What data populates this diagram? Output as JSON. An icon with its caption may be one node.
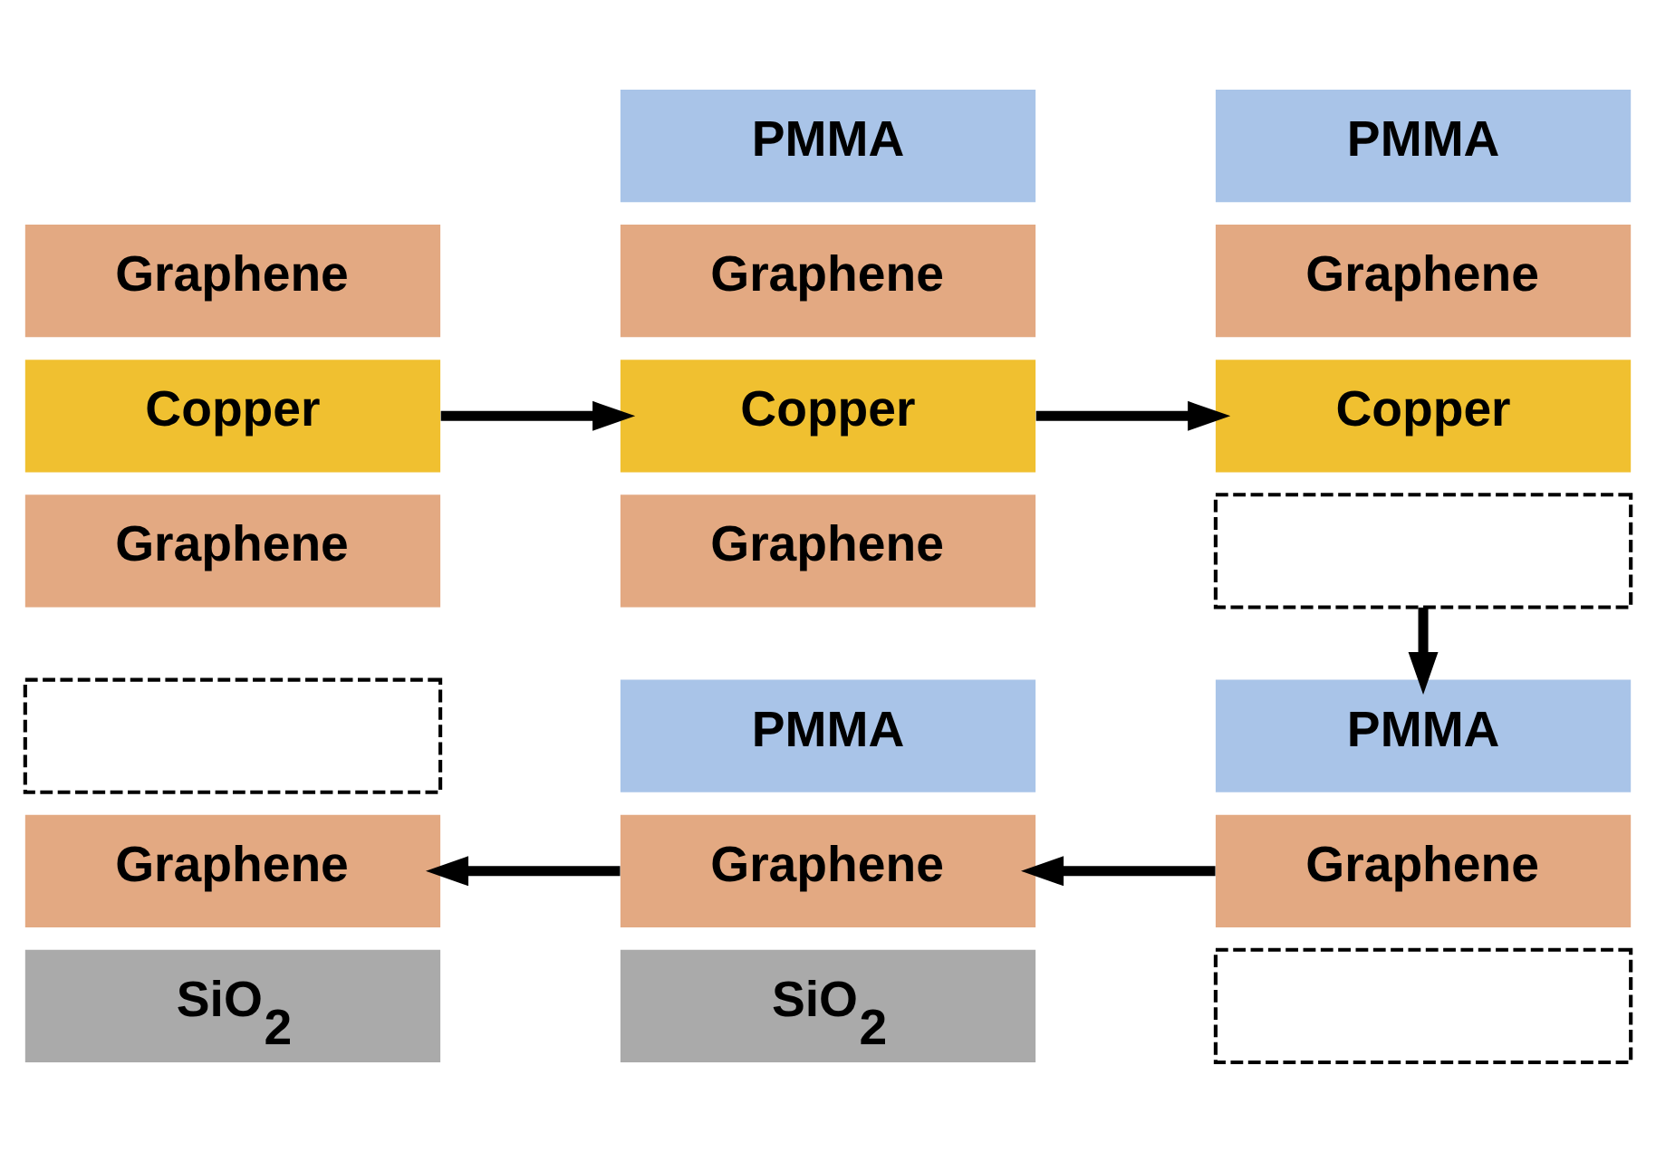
{
  "diagram": {
    "nodes": [
      {
        "text": [
          "Graphene"
        ]
      },
      {
        "text": [
          "Copper"
        ]
      },
      {
        "text": [
          "Graphene"
        ]
      },
      {
        "text": [
          "PMMA"
        ]
      },
      {
        "text": [
          "Graphene"
        ]
      },
      {
        "text": [
          "Copper"
        ]
      },
      {
        "text": [
          "Graphene"
        ]
      },
      {
        "text": [
          "PMMA"
        ]
      },
      {
        "text": [
          "Graphene"
        ]
      },
      {
        "text": [
          "Copper"
        ]
      },
      {
        "text": [],
        "shape": "box"
      },
      {
        "text": [],
        "shape": "box"
      },
      {
        "text": [
          "Graphene"
        ]
      },
      {
        "text": [
          "SiO$_{2}$"
        ]
      },
      {
        "text": [
          "PMMA"
        ]
      },
      {
        "text": [
          "Graphene"
        ]
      },
      {
        "text": [
          "SiO$_{2}$"
        ]
      },
      {
        "text": [
          "PMMA"
        ]
      },
      {
        "text": [
          "Graphene"
        ]
      },
      {
        "text": [],
        "shape": "box"
      }
    ],
    "edges": [
      {
        "from": 1,
        "to": 5,
        "arrow": "to"
      },
      {
        "from": 5,
        "to": 9,
        "arrow": "to"
      },
      {
        "from": 10,
        "to": 17,
        "arrow": "to"
      },
      {
        "from": 18,
        "to": 15,
        "arrow": "to"
      },
      {
        "from": 15,
        "to": 12,
        "arrow": "to"
      }
    ]
  }
}
